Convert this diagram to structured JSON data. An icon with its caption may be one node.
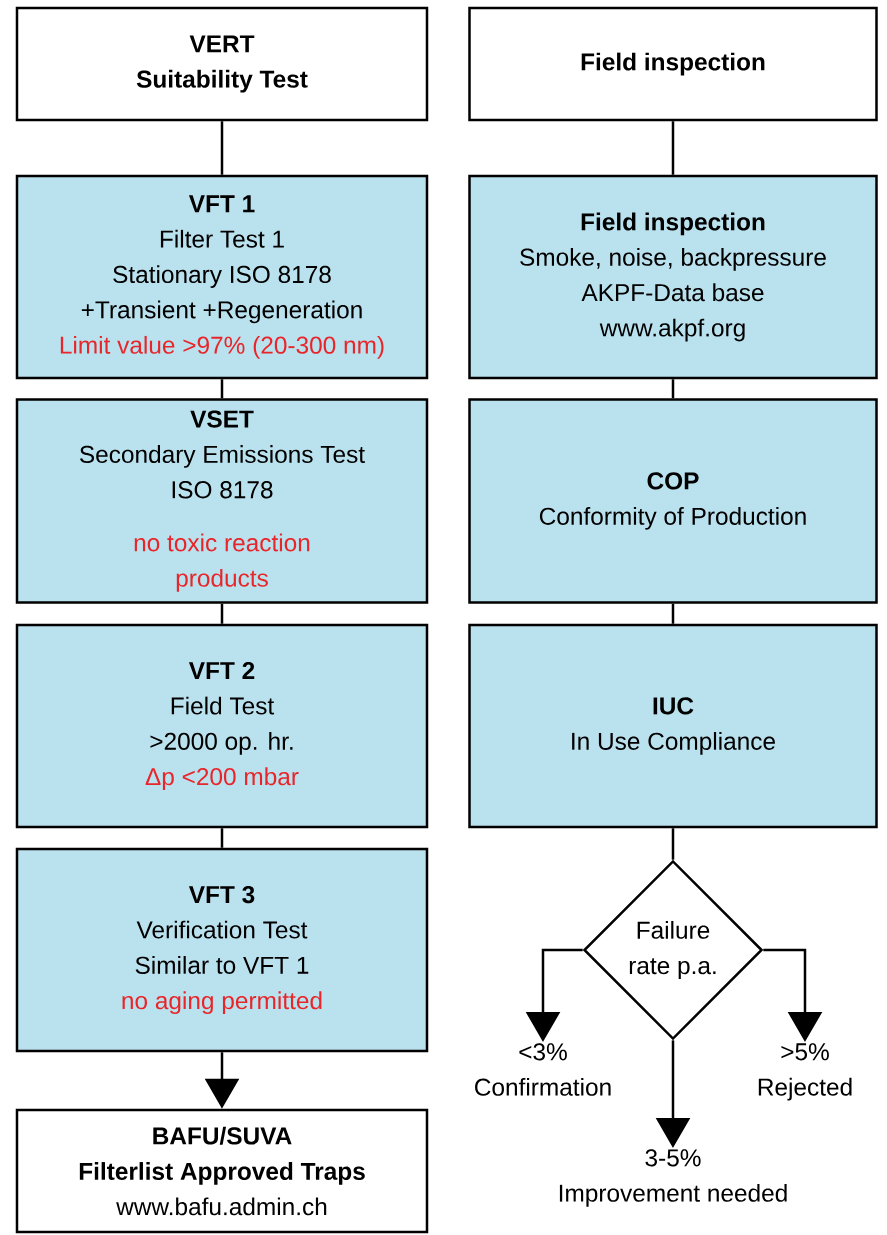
{
  "diagram": {
    "nodes": [
      {
        "text": [
          "VERT",
          "Suitability Test"
        ]
      },
      {
        "text": [
          "VFT 1",
          "Filter Test 1",
          "Stationary ISO 8178",
          "+Transient +Regeneration",
          "Limit value >97% (20-300 nm)"
        ]
      },
      {
        "text": [
          "VSET",
          "Secondary Emissions Test",
          "ISO 8178",
          "no toxic reaction products"
        ]
      },
      {
        "text": [
          "VFT 2",
          "Field Test",
          ">2000 op. hr.",
          "Δp <200 mbar"
        ]
      },
      {
        "text": [
          "VFT 3",
          "Verification Test",
          "Similar to VFT 1",
          "no aging permitted"
        ]
      },
      {
        "text": [
          "BAFU/SUVA",
          "Filterlist Approved Traps",
          "www.bafu.admin.ch"
        ]
      },
      {
        "text": [
          "Field inspection"
        ]
      },
      {
        "text": [
          "Field inspection",
          "Smoke, noise, backpressure",
          "AKPF-Data base",
          "www.akpf.org"
        ]
      },
      {
        "text": [
          "COP",
          "Conformity of Production"
        ]
      },
      {
        "text": [
          "IUC",
          "In Use Compliance"
        ]
      },
      {
        "text": [
          "Failure rate p.a."
        ]
      },
      {
        "text": [
          "<3%",
          "Confirmation"
        ]
      },
      {
        "text": [
          "3-5%",
          "Improvement needed"
        ]
      },
      {
        "text": [
          ">5%",
          "Rejected"
        ]
      }
    ],
    "edges": [
      {
        "from": 0,
        "to": 1,
        "arrow": "none"
      },
      {
        "from": 1,
        "to": 2,
        "arrow": "none"
      },
      {
        "from": 2,
        "to": 3,
        "arrow": "none"
      },
      {
        "from": 3,
        "to": 4,
        "arrow": "none"
      },
      {
        "from": 4,
        "to": 5,
        "arrow": "to"
      },
      {
        "from": 6,
        "to": 7,
        "arrow": "none"
      },
      {
        "from": 7,
        "to": 8,
        "arrow": "none"
      },
      {
        "from": 8,
        "to": 9,
        "arrow": "none"
      },
      {
        "from": 9,
        "to": 10,
        "arrow": "none"
      },
      {
        "from": 10,
        "to": 11,
        "arrow": "to"
      },
      {
        "from": 10,
        "to": 12,
        "arrow": "to"
      },
      {
        "from": 10,
        "to": 13,
        "arrow": "to"
      }
    ]
  }
}
